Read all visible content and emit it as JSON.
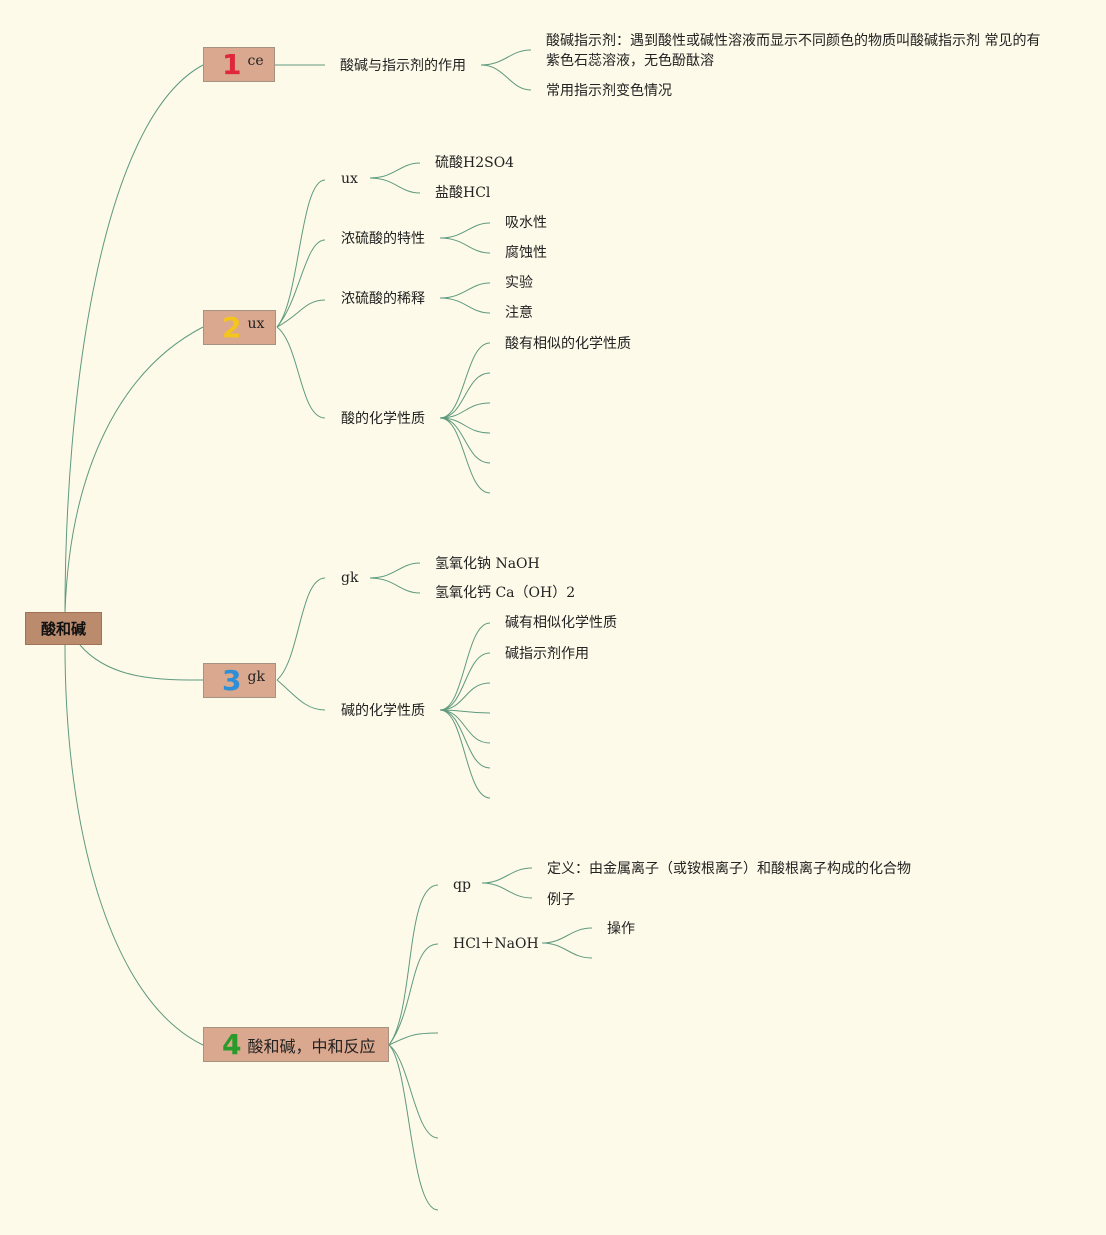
{
  "root": {
    "label": "酸和碱"
  },
  "topics": [
    {
      "number": "1",
      "number_color": "#e0263b",
      "label": "ce",
      "children": [
        {
          "label": "酸碱与指示剂的作用",
          "children": [
            {
              "label": "酸碱指示剂：遇到酸性或碱性溶液而显示不同颜色的物质叫酸碱指示剂 常见的有紫色石蕊溶液，无色酚酞溶"
            },
            {
              "label": "常用指示剂变色情况"
            }
          ]
        }
      ]
    },
    {
      "number": "2",
      "number_color": "#f5c41d",
      "label": "ux",
      "children": [
        {
          "label": "ux",
          "children": [
            {
              "label": "硫酸H2SO4"
            },
            {
              "label": "盐酸HCl"
            }
          ]
        },
        {
          "label": "浓硫酸的特性",
          "children": [
            {
              "label": "吸水性"
            },
            {
              "label": "腐蚀性"
            }
          ]
        },
        {
          "label": "浓硫酸的稀释",
          "children": [
            {
              "label": "实验"
            },
            {
              "label": "注意"
            }
          ]
        },
        {
          "label": "酸的化学性质",
          "children": [
            {
              "label": "酸有相似的化学性质"
            },
            {
              "label": ""
            },
            {
              "label": ""
            },
            {
              "label": ""
            },
            {
              "label": ""
            },
            {
              "label": ""
            }
          ]
        }
      ]
    },
    {
      "number": "3",
      "number_color": "#2f8fd6",
      "label": "gk",
      "children": [
        {
          "label": "gk",
          "children": [
            {
              "label": "氢氧化钠 NaOH"
            },
            {
              "label": "氢氧化钙 Ca（OH）2"
            }
          ]
        },
        {
          "label": "碱的化学性质",
          "children": [
            {
              "label": "碱有相似化学性质"
            },
            {
              "label": "碱指示剂作用"
            },
            {
              "label": ""
            },
            {
              "label": ""
            },
            {
              "label": ""
            },
            {
              "label": ""
            },
            {
              "label": ""
            }
          ]
        }
      ]
    },
    {
      "number": "4",
      "number_color": "#2a9a2a",
      "label": "酸和碱，中和反应",
      "children": [
        {
          "label": "qp",
          "children": [
            {
              "label": "定义：由金属离子（或铵根离子）和酸根离子构成的化合物"
            },
            {
              "label": "例子"
            }
          ]
        },
        {
          "label": "HCl＋NaOH",
          "children": [
            {
              "label": "操作"
            },
            {
              "label": ""
            }
          ]
        },
        {
          "label": ""
        },
        {
          "label": ""
        },
        {
          "label": ""
        }
      ]
    }
  ],
  "colors": {
    "background": "#fefae9",
    "connector": "#5e9a7f",
    "root_fill": "#bb8b6e",
    "topic_fill": "#d9a88e"
  }
}
